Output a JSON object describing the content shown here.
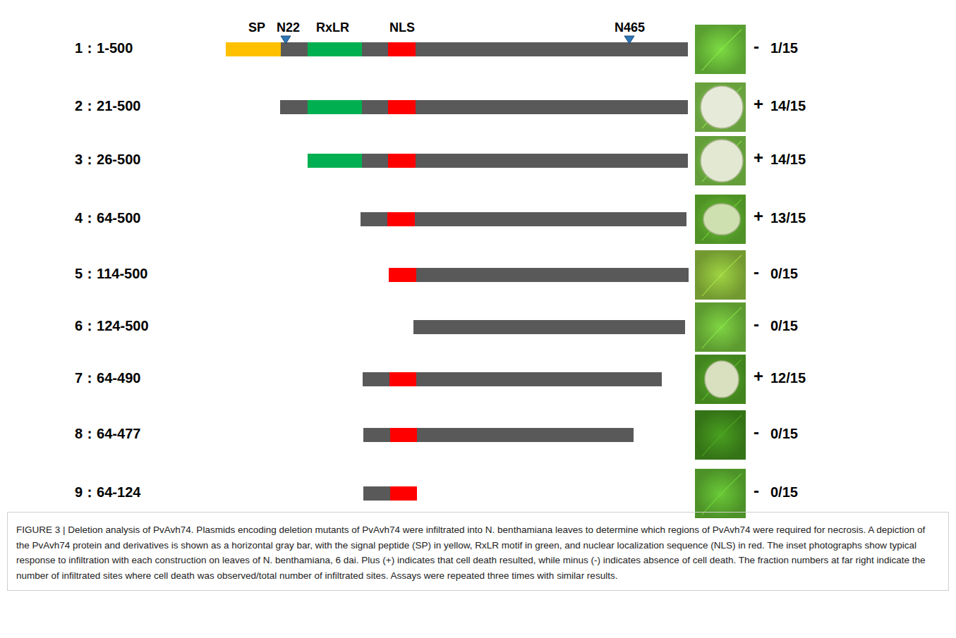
{
  "diagram": {
    "caption": "FIGURE 3 | Deletion analysis of PvAvh74. Plasmids encoding deletion mutants of PvAvh74 were infiltrated into N. benthamiana leaves to determine which regions of PvAvh74 were required for necrosis. A depiction of the PvAvh74 protein and derivatives is shown as a horizontal gray bar, with the signal peptide (SP) in yellow, RxLR motif in green, and nuclear localization sequence (NLS) in red. The inset photographs show typical response to infiltration with each construction on leaves of N. benthamiana, 6 dai. Plus (+) indicates that cell death resulted, while minus (-) indicates absence of cell death. The fraction numbers at far right indicate the number of infiltrated sites where cell death was observed/total number of infiltrated sites. Assays were repeated three times with similar results.",
    "labels": [
      "SP",
      "N22",
      "RxLR",
      "NLS",
      "N465",
      "1：1-500",
      "-",
      "1/15",
      "2：21-500",
      "+",
      "14/15",
      "3：26-500",
      "+",
      "14/15",
      "4：64-500",
      "+",
      "13/15",
      "5：114-500",
      "-",
      "0/15",
      "6：124-500",
      "-",
      "0/15",
      "7：64-490",
      "+",
      "12/15",
      "8：64-477",
      "-",
      "0/15",
      "9：64-124",
      "-",
      "0/15"
    ]
  }
}
